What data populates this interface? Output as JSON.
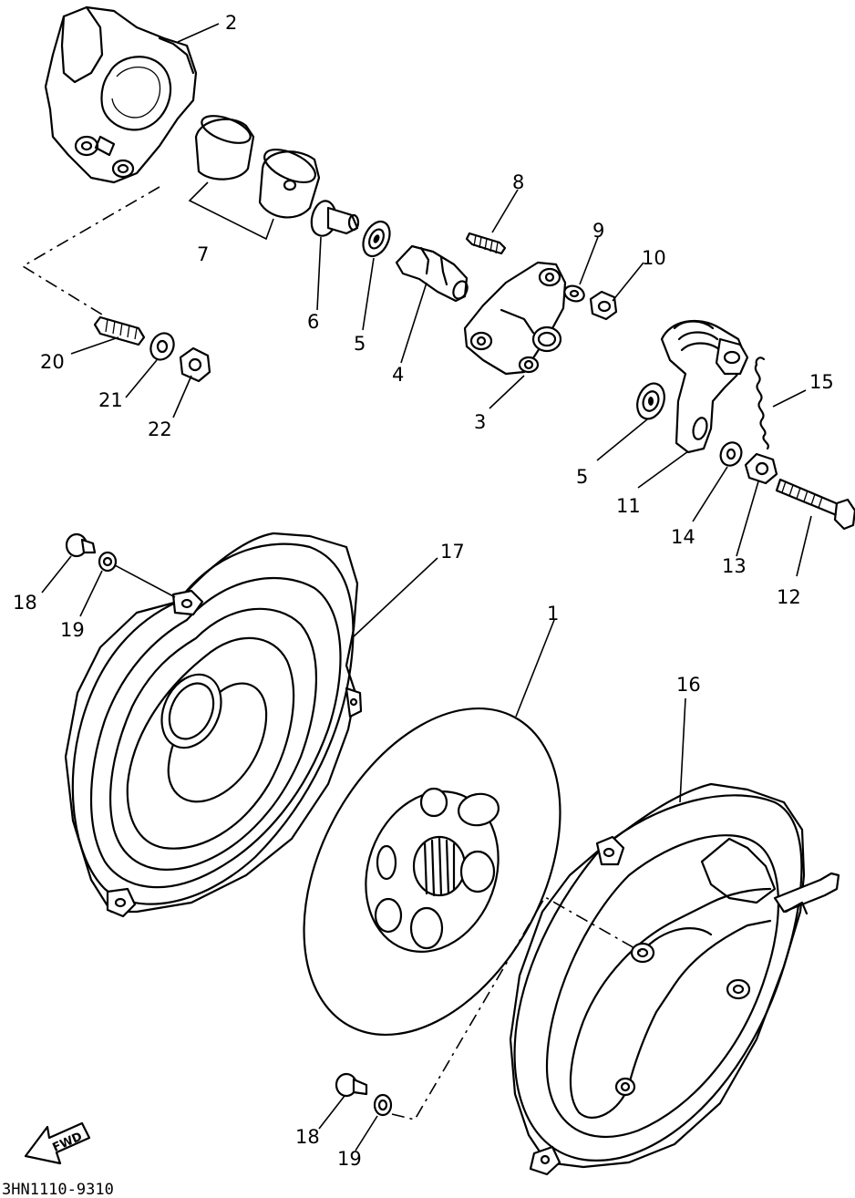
{
  "diagram": {
    "drawing_code": "3HN1110-9310",
    "fwd_label": "FWD",
    "parts": {
      "p1": "1",
      "p2": "2",
      "p3": "3",
      "p4": "4",
      "p5a": "5",
      "p5b": "5",
      "p6": "6",
      "p7": "7",
      "p8": "8",
      "p9": "9",
      "p10": "10",
      "p11": "11",
      "p12": "12",
      "p13": "13",
      "p14": "14",
      "p15": "15",
      "p16": "16",
      "p17": "17",
      "p18a": "18",
      "p18b": "18",
      "p19a": "19",
      "p19b": "19",
      "p20": "20",
      "p21": "21",
      "p22": "22"
    }
  }
}
